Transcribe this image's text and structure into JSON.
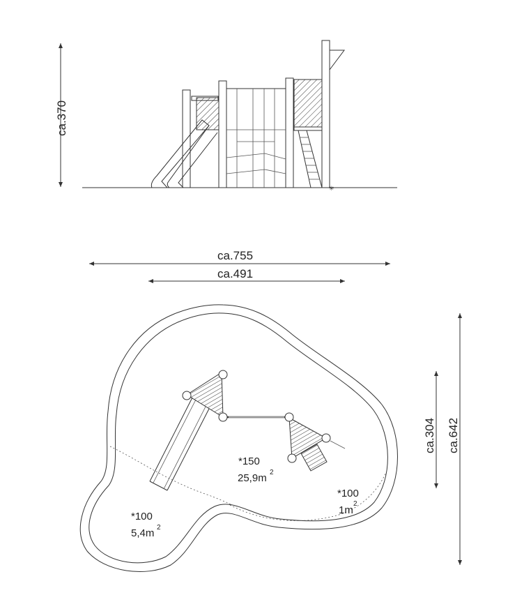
{
  "dimensions": {
    "height": "ca.370",
    "total_width": "ca.755",
    "equipment_width": "ca.491",
    "equipment_depth": "ca.304",
    "total_depth": "ca.642"
  },
  "zones": [
    {
      "fall_height": "*150",
      "area": "25,9m",
      "unit_exp": "2"
    },
    {
      "fall_height": "*100",
      "area": "5,4m",
      "unit_exp": "2"
    },
    {
      "fall_height": "*100",
      "area": "1m",
      "unit_exp": "2"
    }
  ],
  "colors": {
    "line": "#333333",
    "background": "#ffffff"
  }
}
